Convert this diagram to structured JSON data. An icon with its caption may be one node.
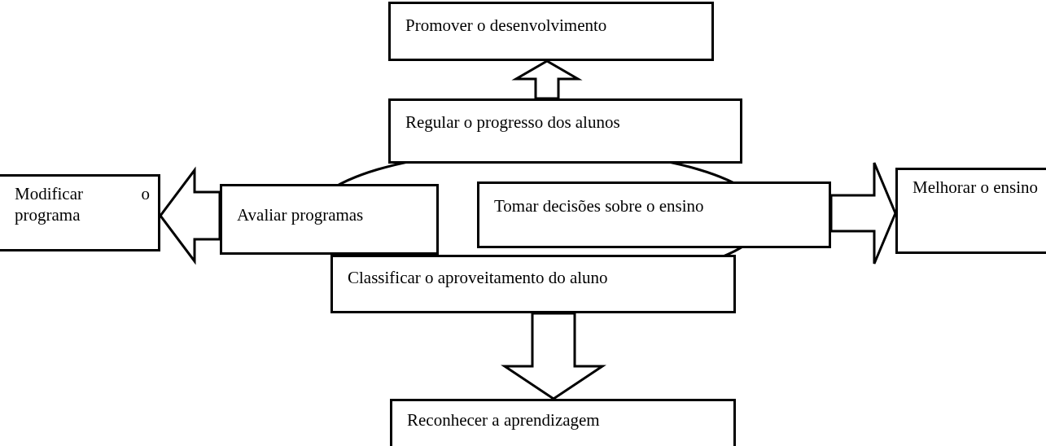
{
  "diagram": {
    "nodes": [
      {
        "text": [
          "Promover o desenvolvimento"
        ]
      },
      {
        "text": [
          "Regular o progresso dos alunos"
        ]
      },
      {
        "text": [],
        "shape": "ellipse"
      },
      {
        "text": [
          "Modificar o programa"
        ]
      },
      {
        "text": [
          "Avaliar programas"
        ]
      },
      {
        "text": [
          "Tomar decisões sobre o ensino"
        ]
      },
      {
        "text": [
          "Melhorar o ensino"
        ]
      },
      {
        "text": [
          "Classificar o aproveitamento do aluno"
        ]
      },
      {
        "text": [
          "Reconhecer a aprendizagem"
        ]
      }
    ],
    "edges": [
      {
        "from": 1,
        "to": 0,
        "arrow": "to"
      },
      {
        "from": 4,
        "to": 3,
        "arrow": "to"
      },
      {
        "from": 5,
        "to": 6,
        "arrow": "to"
      },
      {
        "from": 7,
        "to": 8,
        "arrow": "to"
      }
    ]
  }
}
